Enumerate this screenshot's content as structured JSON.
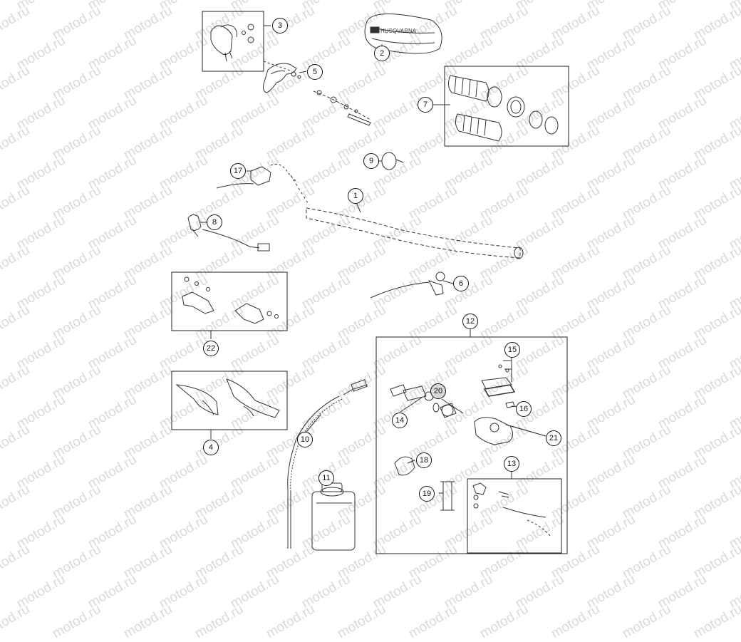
{
  "diagram": {
    "watermark_text": "motod.ru",
    "callouts": [
      {
        "id": "c1",
        "label": "1"
      },
      {
        "id": "c2",
        "label": "2"
      },
      {
        "id": "c3",
        "label": "3"
      },
      {
        "id": "c4",
        "label": "4"
      },
      {
        "id": "c5",
        "label": "5"
      },
      {
        "id": "c6",
        "label": "6"
      },
      {
        "id": "c7",
        "label": "7"
      },
      {
        "id": "c8",
        "label": "8"
      },
      {
        "id": "c9",
        "label": "9"
      },
      {
        "id": "c10",
        "label": "10"
      },
      {
        "id": "c11",
        "label": "11"
      },
      {
        "id": "c12",
        "label": "12"
      },
      {
        "id": "c13",
        "label": "13"
      },
      {
        "id": "c14",
        "label": "14"
      },
      {
        "id": "c15",
        "label": "15"
      },
      {
        "id": "c16",
        "label": "16"
      },
      {
        "id": "c17",
        "label": "17"
      },
      {
        "id": "c18",
        "label": "18"
      },
      {
        "id": "c19",
        "label": "19"
      },
      {
        "id": "c20",
        "label": "20"
      },
      {
        "id": "c21",
        "label": "21"
      },
      {
        "id": "c22",
        "label": "22"
      }
    ],
    "colors": {
      "line": "#333333",
      "watermark": "#d9d9d9",
      "box_border": "#222222"
    }
  }
}
